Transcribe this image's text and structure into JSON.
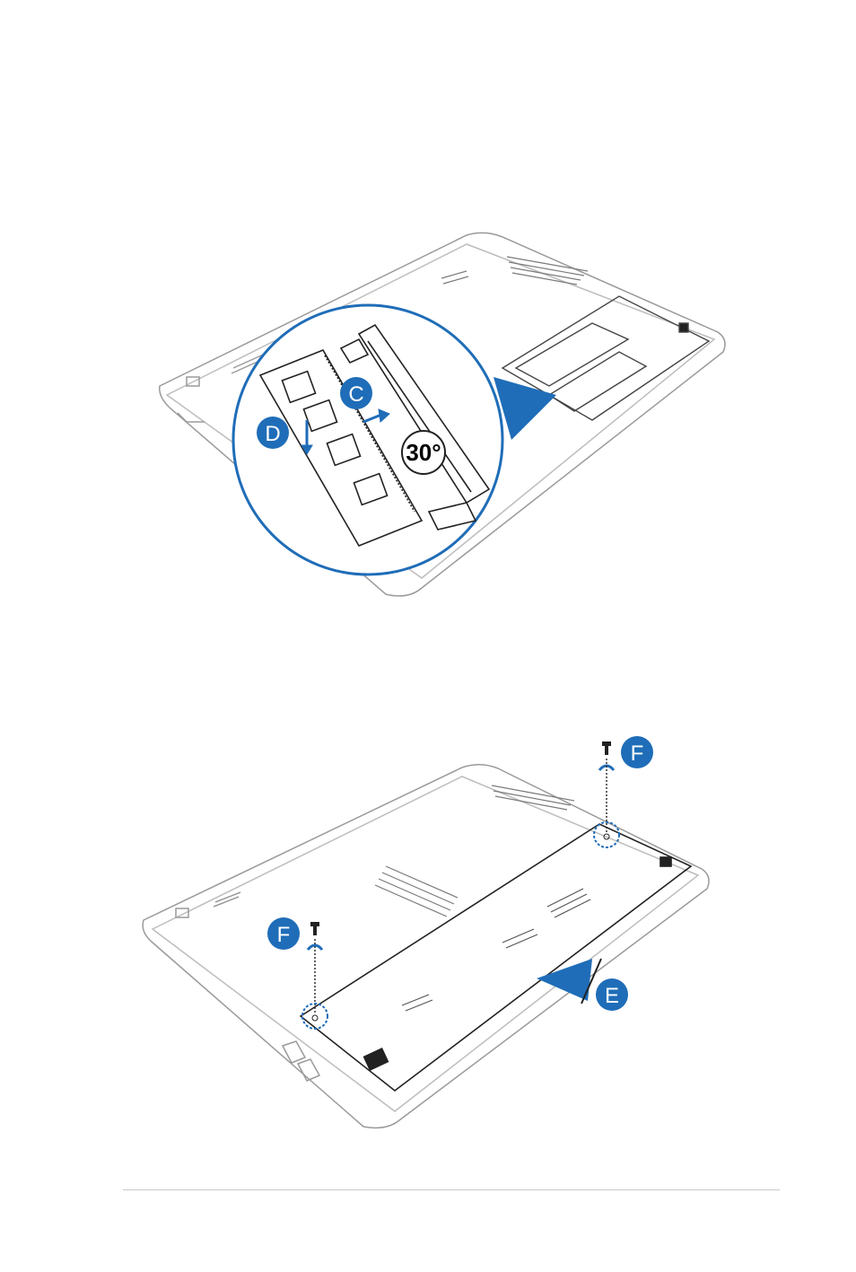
{
  "top_figure": {
    "callouts": {
      "c": "C",
      "d": "D"
    },
    "angle_label": "30°"
  },
  "bottom_figure": {
    "callouts": {
      "e": "E",
      "f_top": "F",
      "f_left": "F"
    }
  },
  "colors": {
    "accent_blue": "#1f6db8",
    "outline": "#9a9a9a",
    "dark_line": "#222222"
  }
}
